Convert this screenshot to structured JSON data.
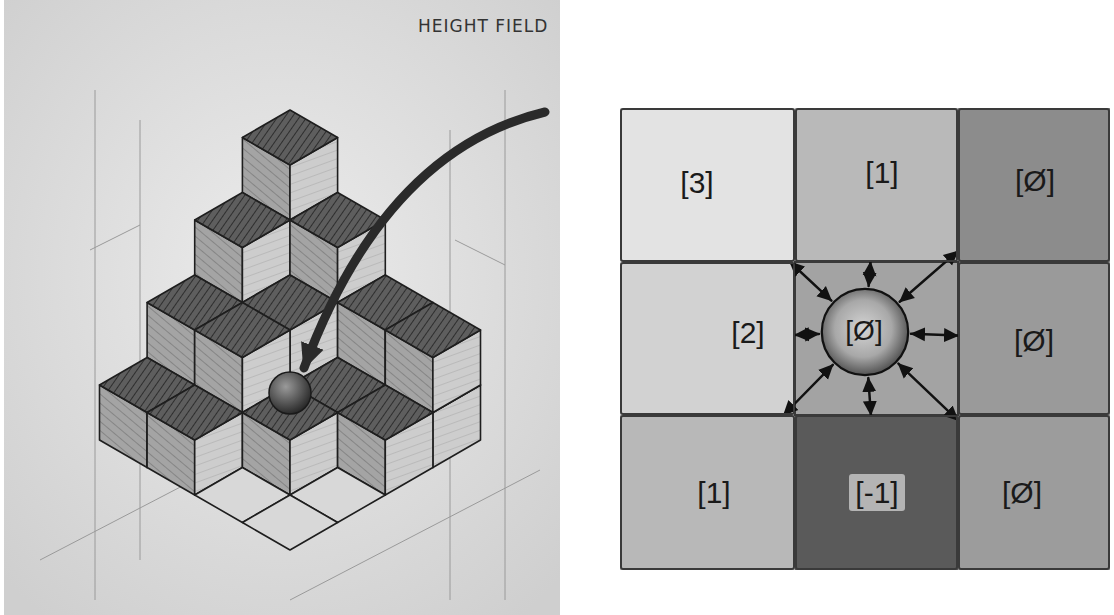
{
  "diagram": {
    "nodes": [
      {
        "text": [
          "[3]"
        ]
      },
      {
        "text": [
          "[1]"
        ]
      },
      {
        "text": [
          "[Ø]"
        ]
      },
      {
        "text": [
          "[2]"
        ]
      },
      {
        "text": [
          "[Ø]"
        ]
      },
      {
        "text": [
          "[Ø]"
        ]
      },
      {
        "text": [
          "[1]"
        ]
      },
      {
        "text": [
          "[-1]"
        ]
      },
      {
        "text": [
          "[Ø]"
        ]
      }
    ],
    "edges": [
      {
        "from": 4,
        "to": 0,
        "arrow": "both"
      },
      {
        "from": 4,
        "to": 1,
        "arrow": "both"
      },
      {
        "from": 4,
        "to": 2,
        "arrow": "both"
      },
      {
        "from": 4,
        "to": 3,
        "arrow": "both"
      },
      {
        "from": 4,
        "to": 5,
        "arrow": "both"
      },
      {
        "from": 4,
        "to": 6,
        "arrow": "both"
      },
      {
        "from": 4,
        "to": 7,
        "arrow": "both"
      },
      {
        "from": 4,
        "to": 8,
        "arrow": "both"
      }
    ],
    "labels": [
      "HEIGHT FIELD"
    ]
  }
}
